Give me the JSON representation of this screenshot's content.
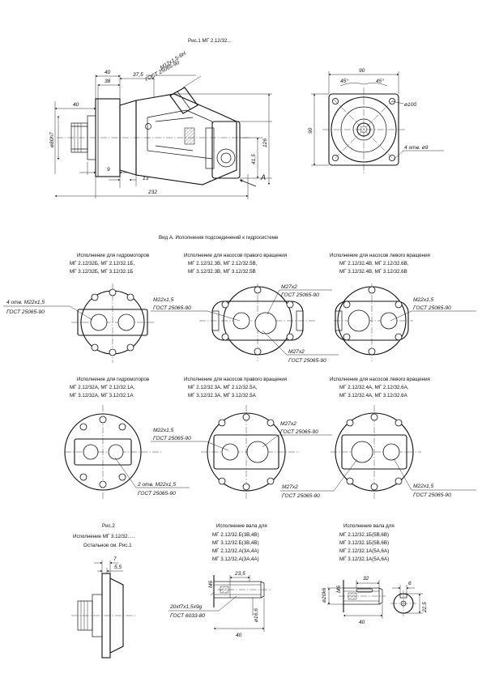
{
  "fig1": {
    "title": "Рис.1 МГ 2.12/32...",
    "dims": [
      "40",
      "38",
      "37,5",
      "40",
      "9",
      "13",
      "232",
      "41,5",
      "126",
      "М12х1,5-6Н",
      "ГОСТ 25065-90",
      "ø80h7",
      "А",
      "90",
      "90",
      "45°",
      "45°",
      "ø100",
      "4 отв. ø9"
    ]
  },
  "viewA": {
    "title": "Вид А. Исполнения подсоединений к гидросистеме",
    "row1": [
      {
        "title": "Исполнение для гидромоторов",
        "l1": "МГ 2.12/32Б, МГ 2.12/32.1Б,",
        "l2": "МГ 3.12/32Б, МГ 3.12/32.1Б"
      },
      {
        "title": "Исполнение для насосов правого вращения",
        "l1": "МГ 2.12/32.3В, МГ 2.12/32.5В,",
        "l2": "МГ 3.12/32.3В, МГ 3.12/32.5В"
      },
      {
        "title": "Исполнение для насосов левого вращения",
        "l1": "МГ 2.12/32.4В, МГ 2.12/32.6В,",
        "l2": "МГ 3.12/32.4В, МГ 3.12/32.6В"
      }
    ],
    "row2": [
      {
        "title": "Исполнение для гидромоторов",
        "l1": "МГ 2.12/32А, МГ 2.12/32.1А,",
        "l2": "МГ 3.12/32А, МГ 3.12/32.1А"
      },
      {
        "title": "Исполнение для насосов правого вращения",
        "l1": "МГ 2.12/32.3А, МГ 2.12/32.5А,",
        "l2": "МГ 3.12/32.3А, МГ 3.12/32.5А"
      },
      {
        "title": "Исполнение для насосов левого вращения",
        "l1": "МГ 2.12/32.4А, МГ 2.12/32.6А,",
        "l2": "МГ 3.12/32.4А, МГ 3.12/32.6А"
      }
    ],
    "callouts": {
      "four_m22": "4 отв. М22х1,5",
      "two_m22": "2 отв. М22х1,5",
      "m22": "М22х1,5",
      "m27": "М27х2",
      "gost": "ГОСТ 25065-90"
    }
  },
  "fig2": {
    "title": "Рис.2",
    "l1": "Исполнение  МГ 3.12/32.....",
    "l2": "Остальное см. Рис.1",
    "dims": [
      "7",
      "5,5"
    ]
  },
  "shaft1": {
    "title": "Исполнение вала для",
    "lines": [
      "МГ 2.12/32.Б(3В,4В)",
      "МГ 3.12/32.Б(3В,4В)",
      "МГ 2.12/32.А(3А,4А)",
      "МГ 3.12/32.А(3А,4А)"
    ],
    "dims": [
      "23,5",
      "М6",
      "ø16,6",
      "40",
      "20хf7х1,5х9g",
      "ГОСТ 6033-80"
    ]
  },
  "shaft2": {
    "title": "Исполнение вала для",
    "lines": [
      "МГ 2.12/32.1Б(5В,6В)",
      "МГ 3.12/32.1Б(5В,6В)",
      "МГ 2.12/32.1А(5А,6А)",
      "МГ 3.12/32.1А(5А,6А)"
    ],
    "dims": [
      "ø20k6",
      "М6",
      "32",
      "40",
      "6",
      "22,5"
    ]
  }
}
